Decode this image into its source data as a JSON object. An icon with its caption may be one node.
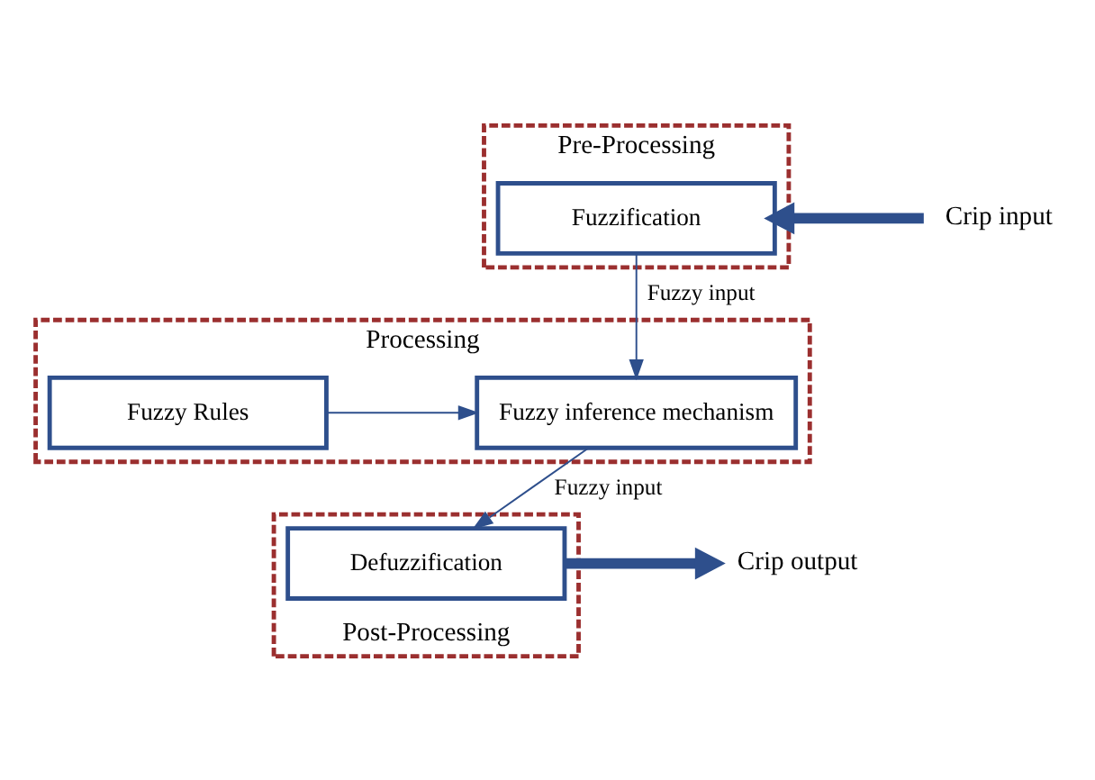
{
  "diagram": {
    "nodes": [
      {
        "text": [
          "Pre-Processing"
        ]
      },
      {
        "text": [
          "Fuzzification"
        ],
        "in": 0
      },
      {
        "text": [
          "Processing"
        ]
      },
      {
        "text": [
          "Fuzzy Rules"
        ],
        "in": 2
      },
      {
        "text": [
          "Fuzzy inference mechanism"
        ],
        "in": 2
      },
      {
        "text": [
          "Post-Processing"
        ]
      },
      {
        "text": [
          "Defuzzification"
        ],
        "in": 5
      },
      {
        "text": [
          "Crip input"
        ]
      },
      {
        "text": [
          "Crip output"
        ]
      }
    ],
    "edges": [
      {
        "from": 7,
        "to": 1,
        "arrow": "to",
        "style": "thick"
      },
      {
        "from": 1,
        "to": 4,
        "arrow": "to",
        "label": "Fuzzy input"
      },
      {
        "from": 3,
        "to": 4,
        "arrow": "to"
      },
      {
        "from": 4,
        "to": 6,
        "arrow": "to",
        "label": "Fuzzy input"
      },
      {
        "from": 6,
        "to": 8,
        "arrow": "to",
        "style": "thick"
      }
    ]
  }
}
